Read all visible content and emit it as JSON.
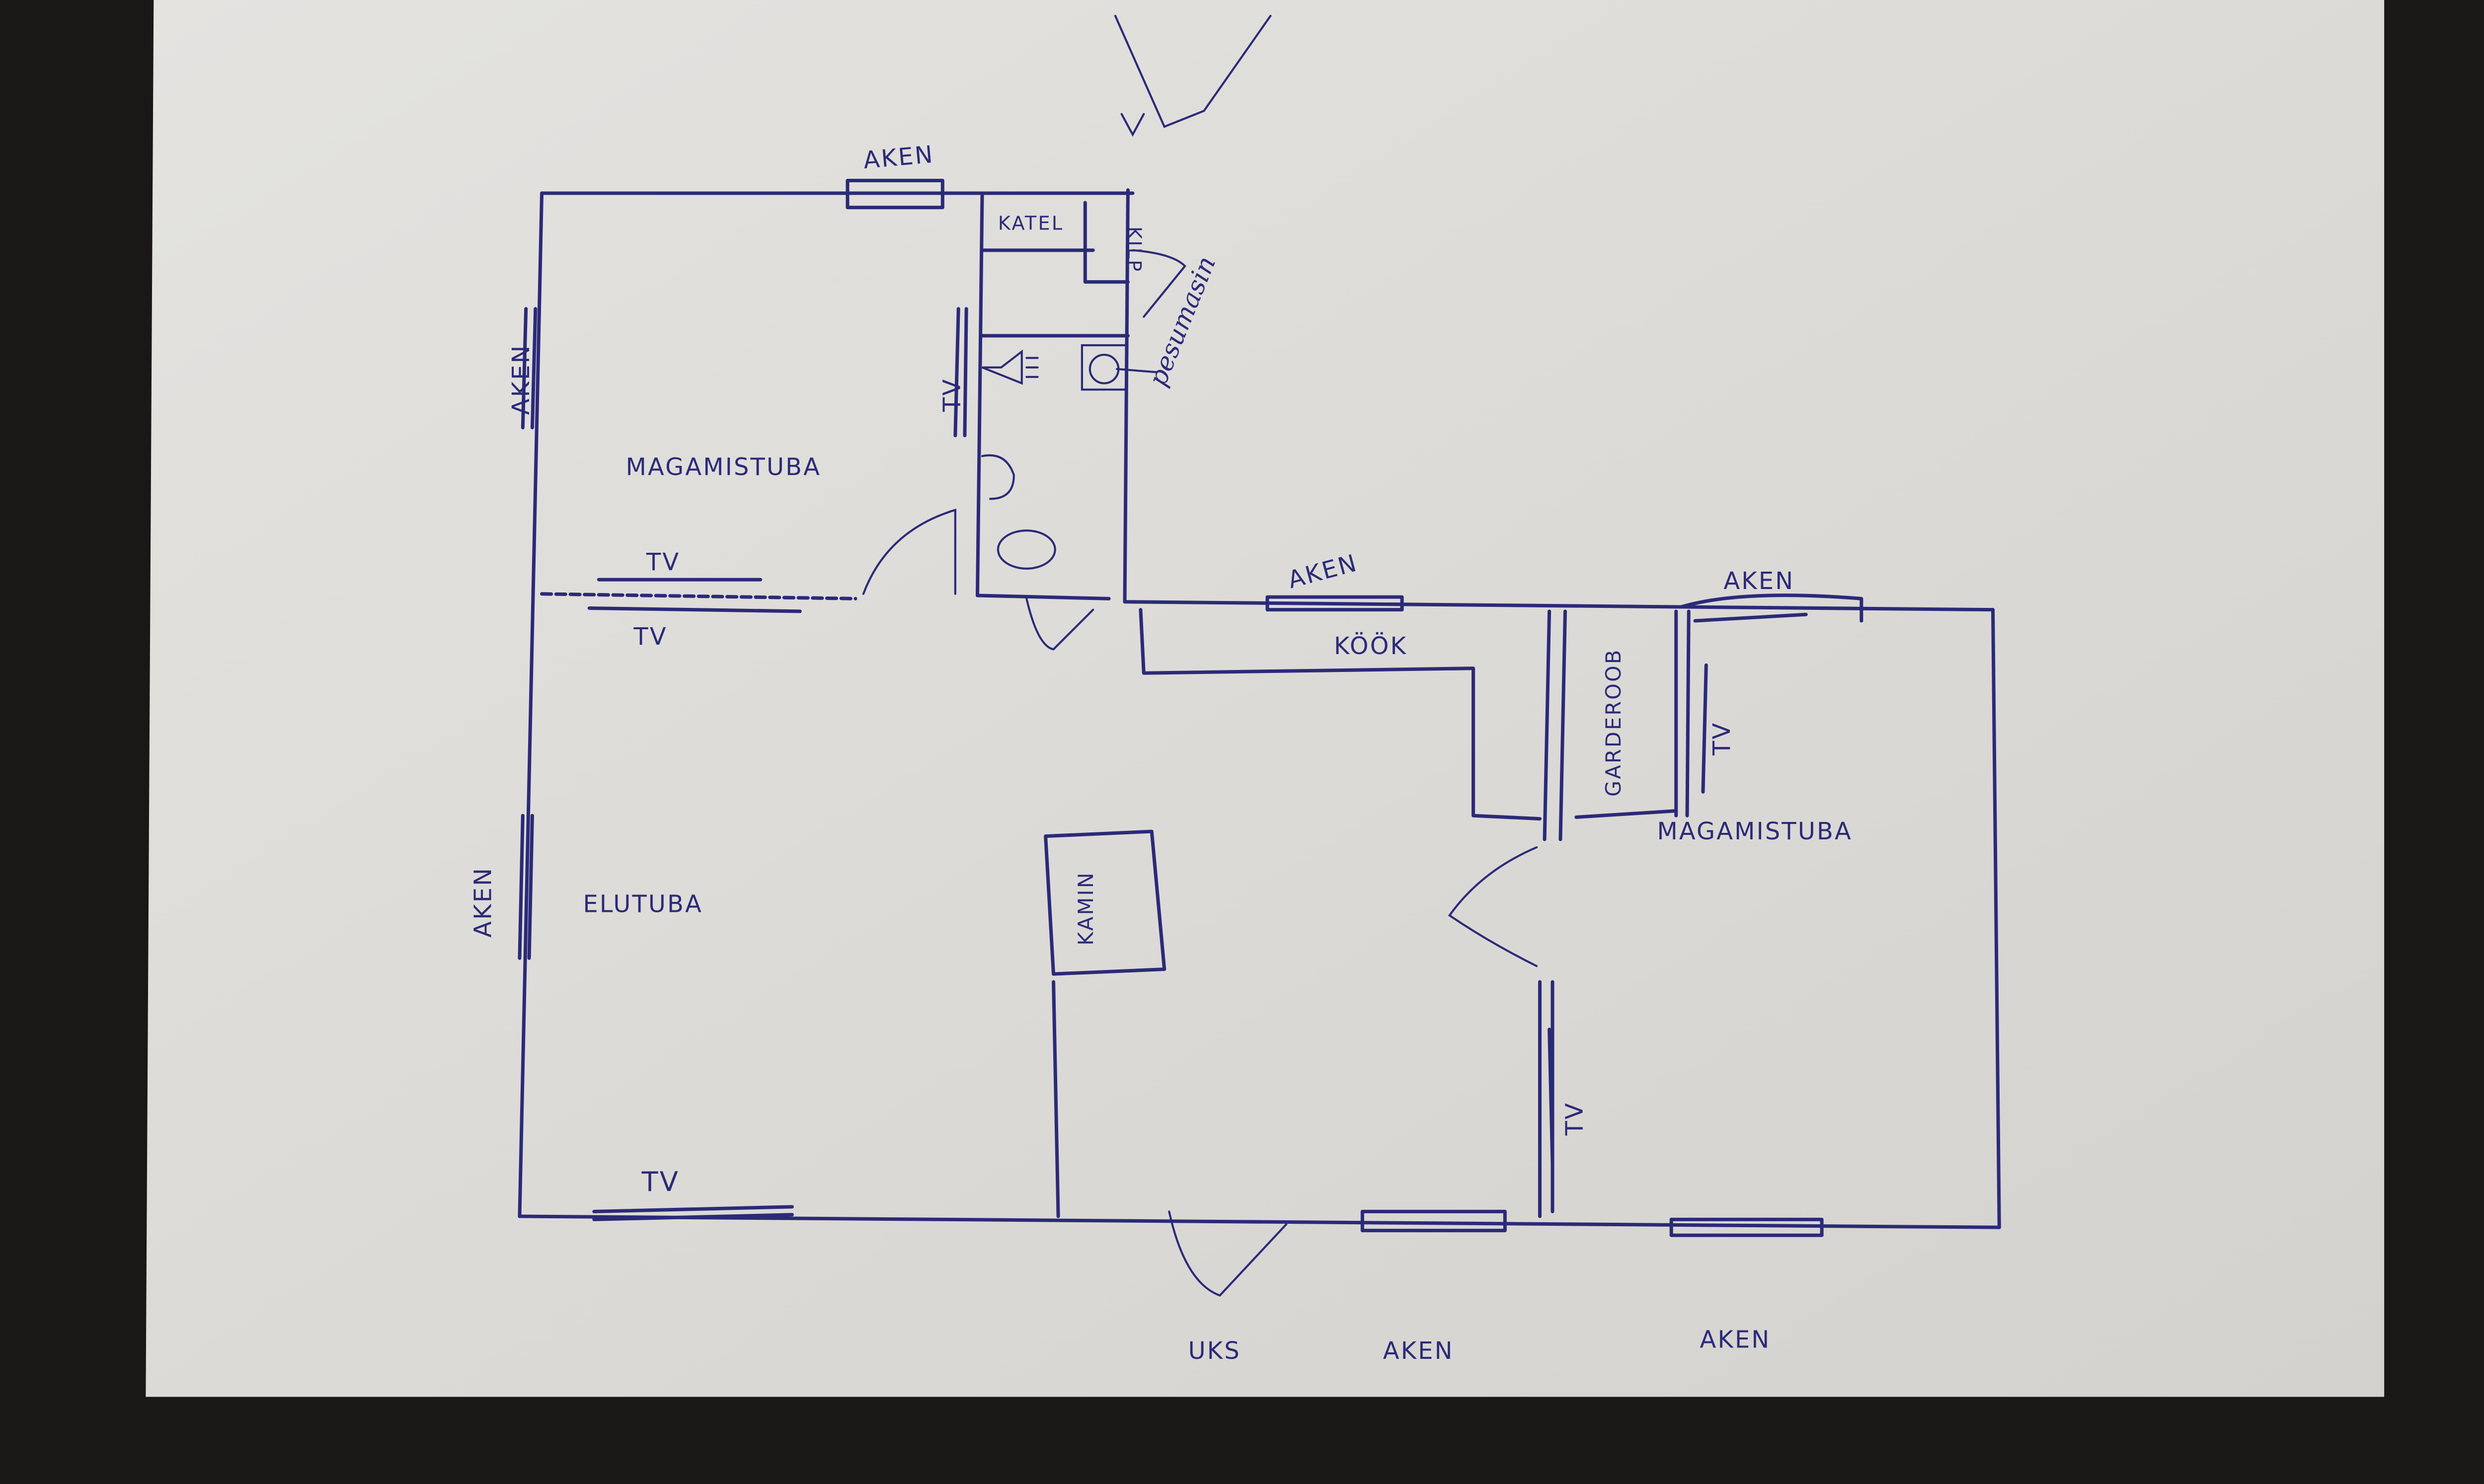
{
  "colors": {
    "ink": "#2b2a78",
    "paper": "#dedcd8",
    "background": "#1a1816"
  },
  "labels": {
    "window_top": "AKEN",
    "window_left_upper": "AKEN",
    "bedroom_left": "MAGAMISTUBA",
    "tv_bedroom_left_1": "TV",
    "tv_bedroom_left_2": "TV",
    "boiler": "KATEL",
    "cabinet": "KILP",
    "washing_machine": "pesumasin",
    "tv_bathroom_wall": "TV",
    "window_kitchen": "AKEN",
    "window_right_top": "AKEN",
    "kitchen": "KÖÖK",
    "wardrobe": "GARDEROOB",
    "tv_bedroom_right": "TV",
    "bedroom_right": "MAGAMISTUBA",
    "living_room": "ELUTUBA",
    "fireplace": "KAMIN",
    "window_left_lower": "AKEN",
    "tv_living_wall": "TV",
    "tv_living_bottom": "TV",
    "door": "UKS",
    "window_bottom_middle": "AKEN",
    "window_bottom_right": "AKEN"
  }
}
